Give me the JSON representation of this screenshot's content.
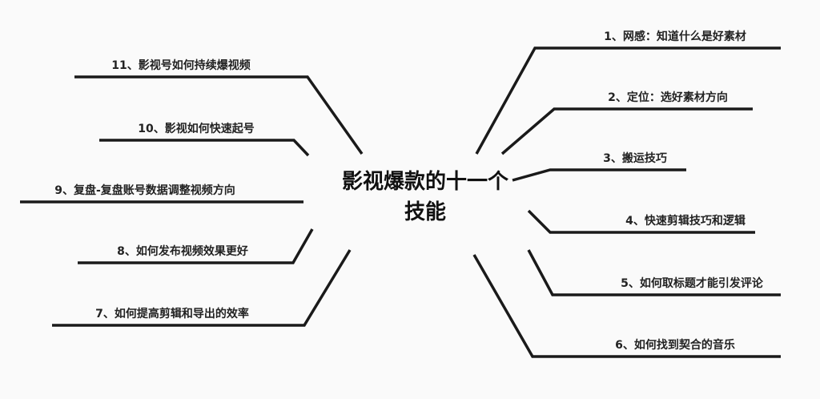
{
  "title": {
    "line1": "影视爆款的十一个",
    "line2": "技能"
  },
  "colors": {
    "background": "#fafafa",
    "line": "#1a1a1a",
    "text": "#222222"
  },
  "branches": [
    {
      "label": "1、网感：知道什么是好素材"
    },
    {
      "label": "2、定位：选好素材方向"
    },
    {
      "label": "3、搬运技巧"
    },
    {
      "label": "4、快速剪辑技巧和逻辑"
    },
    {
      "label": "5、如何取标题才能引发评论"
    },
    {
      "label": "6、如何找到契合的音乐"
    },
    {
      "label": "7、如何提高剪辑和导出的效率"
    },
    {
      "label": "8、如何发布视频效果更好"
    },
    {
      "label": "9、复盘-复盘账号数据调整视频方向"
    },
    {
      "label": "10、影视如何快速起号"
    },
    {
      "label": "11、影视号如何持续爆视频"
    }
  ]
}
